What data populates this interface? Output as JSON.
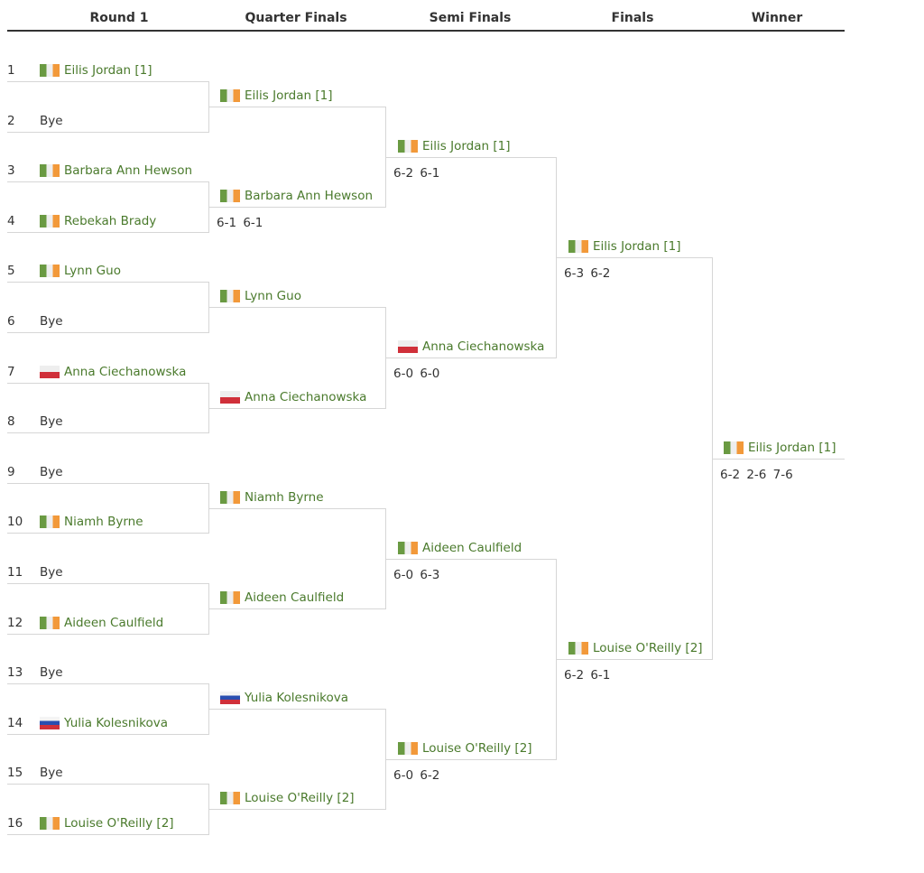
{
  "headers": [
    "Round 1",
    "Quarter Finals",
    "Semi Finals",
    "Finals",
    "Winner"
  ],
  "round1": [
    {
      "seed": "1",
      "name": "Eilis Jordan [1]",
      "flag": "ie"
    },
    {
      "seed": "2",
      "name": "Bye",
      "flag": null
    },
    {
      "seed": "3",
      "name": "Barbara Ann Hewson",
      "flag": "ie"
    },
    {
      "seed": "4",
      "name": "Rebekah Brady",
      "flag": "ie"
    },
    {
      "seed": "5",
      "name": "Lynn Guo",
      "flag": "ie"
    },
    {
      "seed": "6",
      "name": "Bye",
      "flag": null
    },
    {
      "seed": "7",
      "name": "Anna Ciechanowska",
      "flag": "pl"
    },
    {
      "seed": "8",
      "name": "Bye",
      "flag": null
    },
    {
      "seed": "9",
      "name": "Bye",
      "flag": null
    },
    {
      "seed": "10",
      "name": "Niamh Byrne",
      "flag": "ie"
    },
    {
      "seed": "11",
      "name": "Bye",
      "flag": null
    },
    {
      "seed": "12",
      "name": "Aideen Caulfield",
      "flag": "ie"
    },
    {
      "seed": "13",
      "name": "Bye",
      "flag": null
    },
    {
      "seed": "14",
      "name": "Yulia Kolesnikova",
      "flag": "ru"
    },
    {
      "seed": "15",
      "name": "Bye",
      "flag": null
    },
    {
      "seed": "16",
      "name": "Louise O'Reilly [2]",
      "flag": "ie"
    }
  ],
  "quarter_finals": [
    {
      "name": "Eilis Jordan [1]",
      "flag": "ie",
      "score": ""
    },
    {
      "name": "Barbara Ann Hewson",
      "flag": "ie",
      "score": "6-1 6-1"
    },
    {
      "name": "Lynn Guo",
      "flag": "ie",
      "score": ""
    },
    {
      "name": "Anna Ciechanowska",
      "flag": "pl",
      "score": ""
    },
    {
      "name": "Niamh Byrne",
      "flag": "ie",
      "score": ""
    },
    {
      "name": "Aideen Caulfield",
      "flag": "ie",
      "score": ""
    },
    {
      "name": "Yulia Kolesnikova",
      "flag": "ru",
      "score": ""
    },
    {
      "name": "Louise O'Reilly [2]",
      "flag": "ie",
      "score": ""
    }
  ],
  "semi_finals": [
    {
      "name": "Eilis Jordan [1]",
      "flag": "ie",
      "score": "6-2 6-1"
    },
    {
      "name": "Anna Ciechanowska",
      "flag": "pl",
      "score": "6-0 6-0"
    },
    {
      "name": "Aideen Caulfield",
      "flag": "ie",
      "score": "6-0 6-3"
    },
    {
      "name": "Louise O'Reilly [2]",
      "flag": "ie",
      "score": "6-0 6-2"
    }
  ],
  "finals": [
    {
      "name": "Eilis Jordan [1]",
      "flag": "ie",
      "score": "6-3 6-2"
    },
    {
      "name": "Louise O'Reilly [2]",
      "flag": "ie",
      "score": "6-2 6-1"
    }
  ],
  "winner": {
    "name": "Eilis Jordan [1]",
    "flag": "ie",
    "score": "6-2 2-6 7-6"
  },
  "colors": {
    "name_link": "#4a7a2c",
    "line": "#d6d6d6",
    "header_rule": "#333333"
  }
}
